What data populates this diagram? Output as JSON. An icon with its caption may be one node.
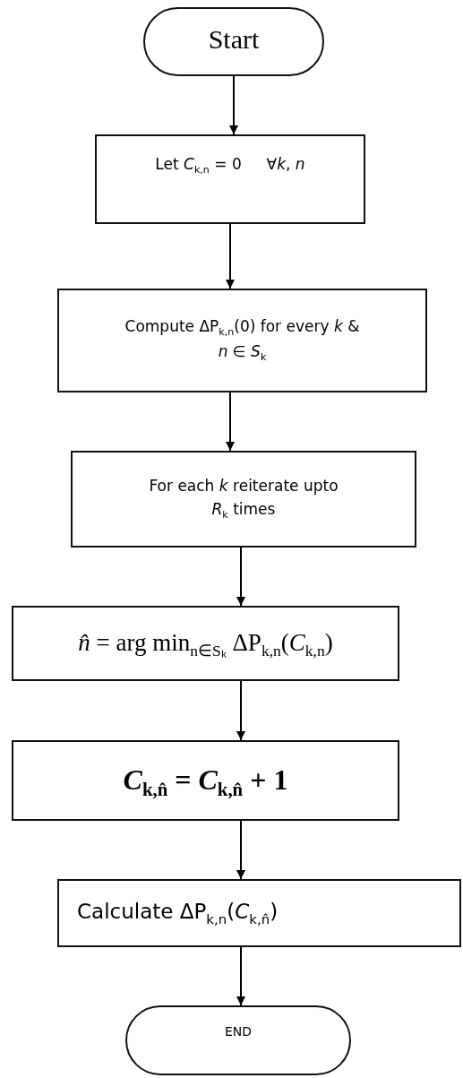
{
  "diagram": {
    "nodes": [
      {
        "text": [
          "Start"
        ]
      },
      {
        "text": [
          "Let *C*$_{k,n}$ = 0   ∀*k*, *n*"
        ]
      },
      {
        "text": [
          "Compute ΔP$_{k,n}$(0) for every *k* & *n* ∈ *S*$_{k}$"
        ]
      },
      {
        "text": [
          "For each *k* reiterate upto *R*$_{k}$ times"
        ]
      },
      {
        "text": [
          "*n̂* = arg min$_{n∈Sₖ}$ ΔP$_{k,n}$(*C*$_{k,n}$)"
        ]
      },
      {
        "text": [
          "*C*$_{k,n̂}$ = *C*$_{k,n̂}$ + 1"
        ]
      },
      {
        "text": [
          "Calculate ΔP$_{k,n}$(*C*$_{k,n̂}$)"
        ]
      },
      {
        "text": [
          "END"
        ]
      }
    ],
    "edges": [
      {
        "from": 0,
        "to": 1,
        "arrow": "to"
      },
      {
        "from": 1,
        "to": 2,
        "arrow": "to"
      },
      {
        "from": 2,
        "to": 3,
        "arrow": "to"
      },
      {
        "from": 3,
        "to": 4,
        "arrow": "to"
      },
      {
        "from": 4,
        "to": 5,
        "arrow": "to"
      },
      {
        "from": 5,
        "to": 6,
        "arrow": "to"
      },
      {
        "from": 6,
        "to": 7,
        "arrow": "to"
      }
    ]
  }
}
